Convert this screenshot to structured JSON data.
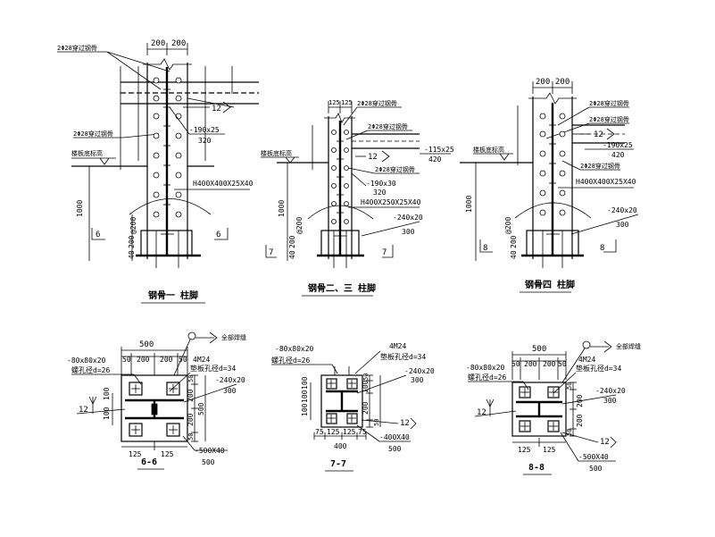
{
  "elevations": [
    {
      "title": "钢骨一  柱脚",
      "dims_top": [
        "200",
        "200"
      ],
      "stud": "2Φ28穿过钢骨",
      "stud2": "2Φ28穿过钢骨",
      "slab": "楼板底标高",
      "weld": "12",
      "stiffener": "-190x25",
      "stiffener_len": "320",
      "section": "H400X400X25X40",
      "height": "1000",
      "spacing": "@200",
      "base1": "40",
      "base2": "200",
      "cut": "6"
    },
    {
      "title": "钢骨二、三  柱脚",
      "dims_top": [
        "125",
        "125"
      ],
      "stud": "2Φ28穿过钢骨",
      "stud2": "2Φ28穿过钢骨",
      "stud3": "2Φ28穿过钢骨",
      "slab": "楼板底标高",
      "weld": "12",
      "stiffener": "-115x25",
      "stiffener_len": "420",
      "stiffener2": "-190x30",
      "stiffener2_len": "320",
      "section": "H400X250X25X40",
      "plate": "-240x20",
      "plate_len": "300",
      "height": "1000",
      "spacing": "@200",
      "base1": "40",
      "base2": "200",
      "cut": "7"
    },
    {
      "title": "钢骨四  柱脚",
      "dims_top": [
        "200",
        "200"
      ],
      "stud": "2Φ28穿过钢骨",
      "stud2": "2Φ28穿过钢骨",
      "stud3": "2Φ28穿过钢骨",
      "slab": "楼板底标高",
      "weld": "12",
      "stiffener": "-190x25",
      "stiffener_len": "420",
      "section": "H400X400X25X40",
      "plate": "-240x20",
      "plate_len": "300",
      "height": "1000",
      "spacing": "@200",
      "base1": "40",
      "base2": "200",
      "cut": "8"
    }
  ],
  "plans": [
    {
      "title": "6-6",
      "top_total": "500",
      "top_dims": [
        "50",
        "200",
        "200",
        "50"
      ],
      "angle": "-80x80x20",
      "hole": "螺孔径d=26",
      "bolts": "4M24",
      "washer": "垫板孔径d=34",
      "all_weld": "全部焊缝",
      "weld": "12",
      "plate": "-240x20",
      "plate_len": "300",
      "right_dims": [
        "50",
        "200",
        "200",
        "50"
      ],
      "right_total": "500",
      "left_dims": [
        "100",
        "100"
      ],
      "bottom_dims": [
        "125",
        "125"
      ],
      "base": "-500X40",
      "base_len": "500"
    },
    {
      "title": "7-7",
      "angle": "-80x80x20",
      "hole": "螺孔径d=26",
      "bolts": "4M24",
      "washer": "垫板孔径d=34",
      "plate": "-240x20",
      "plate_len": "300",
      "right_dims": [
        "50",
        "100",
        "200",
        "50"
      ],
      "left_dims": [
        "100",
        "100",
        "100"
      ],
      "weld": "12",
      "bottom_dims": [
        "75",
        "125",
        "125",
        "75"
      ],
      "bottom_total": "400",
      "base": "-400X40",
      "base_len": "500"
    },
    {
      "title": "8-8",
      "top_total": "500",
      "top_dims": [
        "50",
        "200",
        "200",
        "50"
      ],
      "angle": "-80x80x20",
      "hole": "螺孔径d=26",
      "bolts": "4M24",
      "washer": "垫板孔径d=34",
      "all_weld": "全部焊缝",
      "weld": "12",
      "plate": "-240x20",
      "plate_len": "300",
      "right_dims": [
        "50",
        "200",
        "200",
        "50"
      ],
      "bottom_dims": [
        "125",
        "125"
      ],
      "base": "-500X40",
      "base_len": "500"
    }
  ]
}
